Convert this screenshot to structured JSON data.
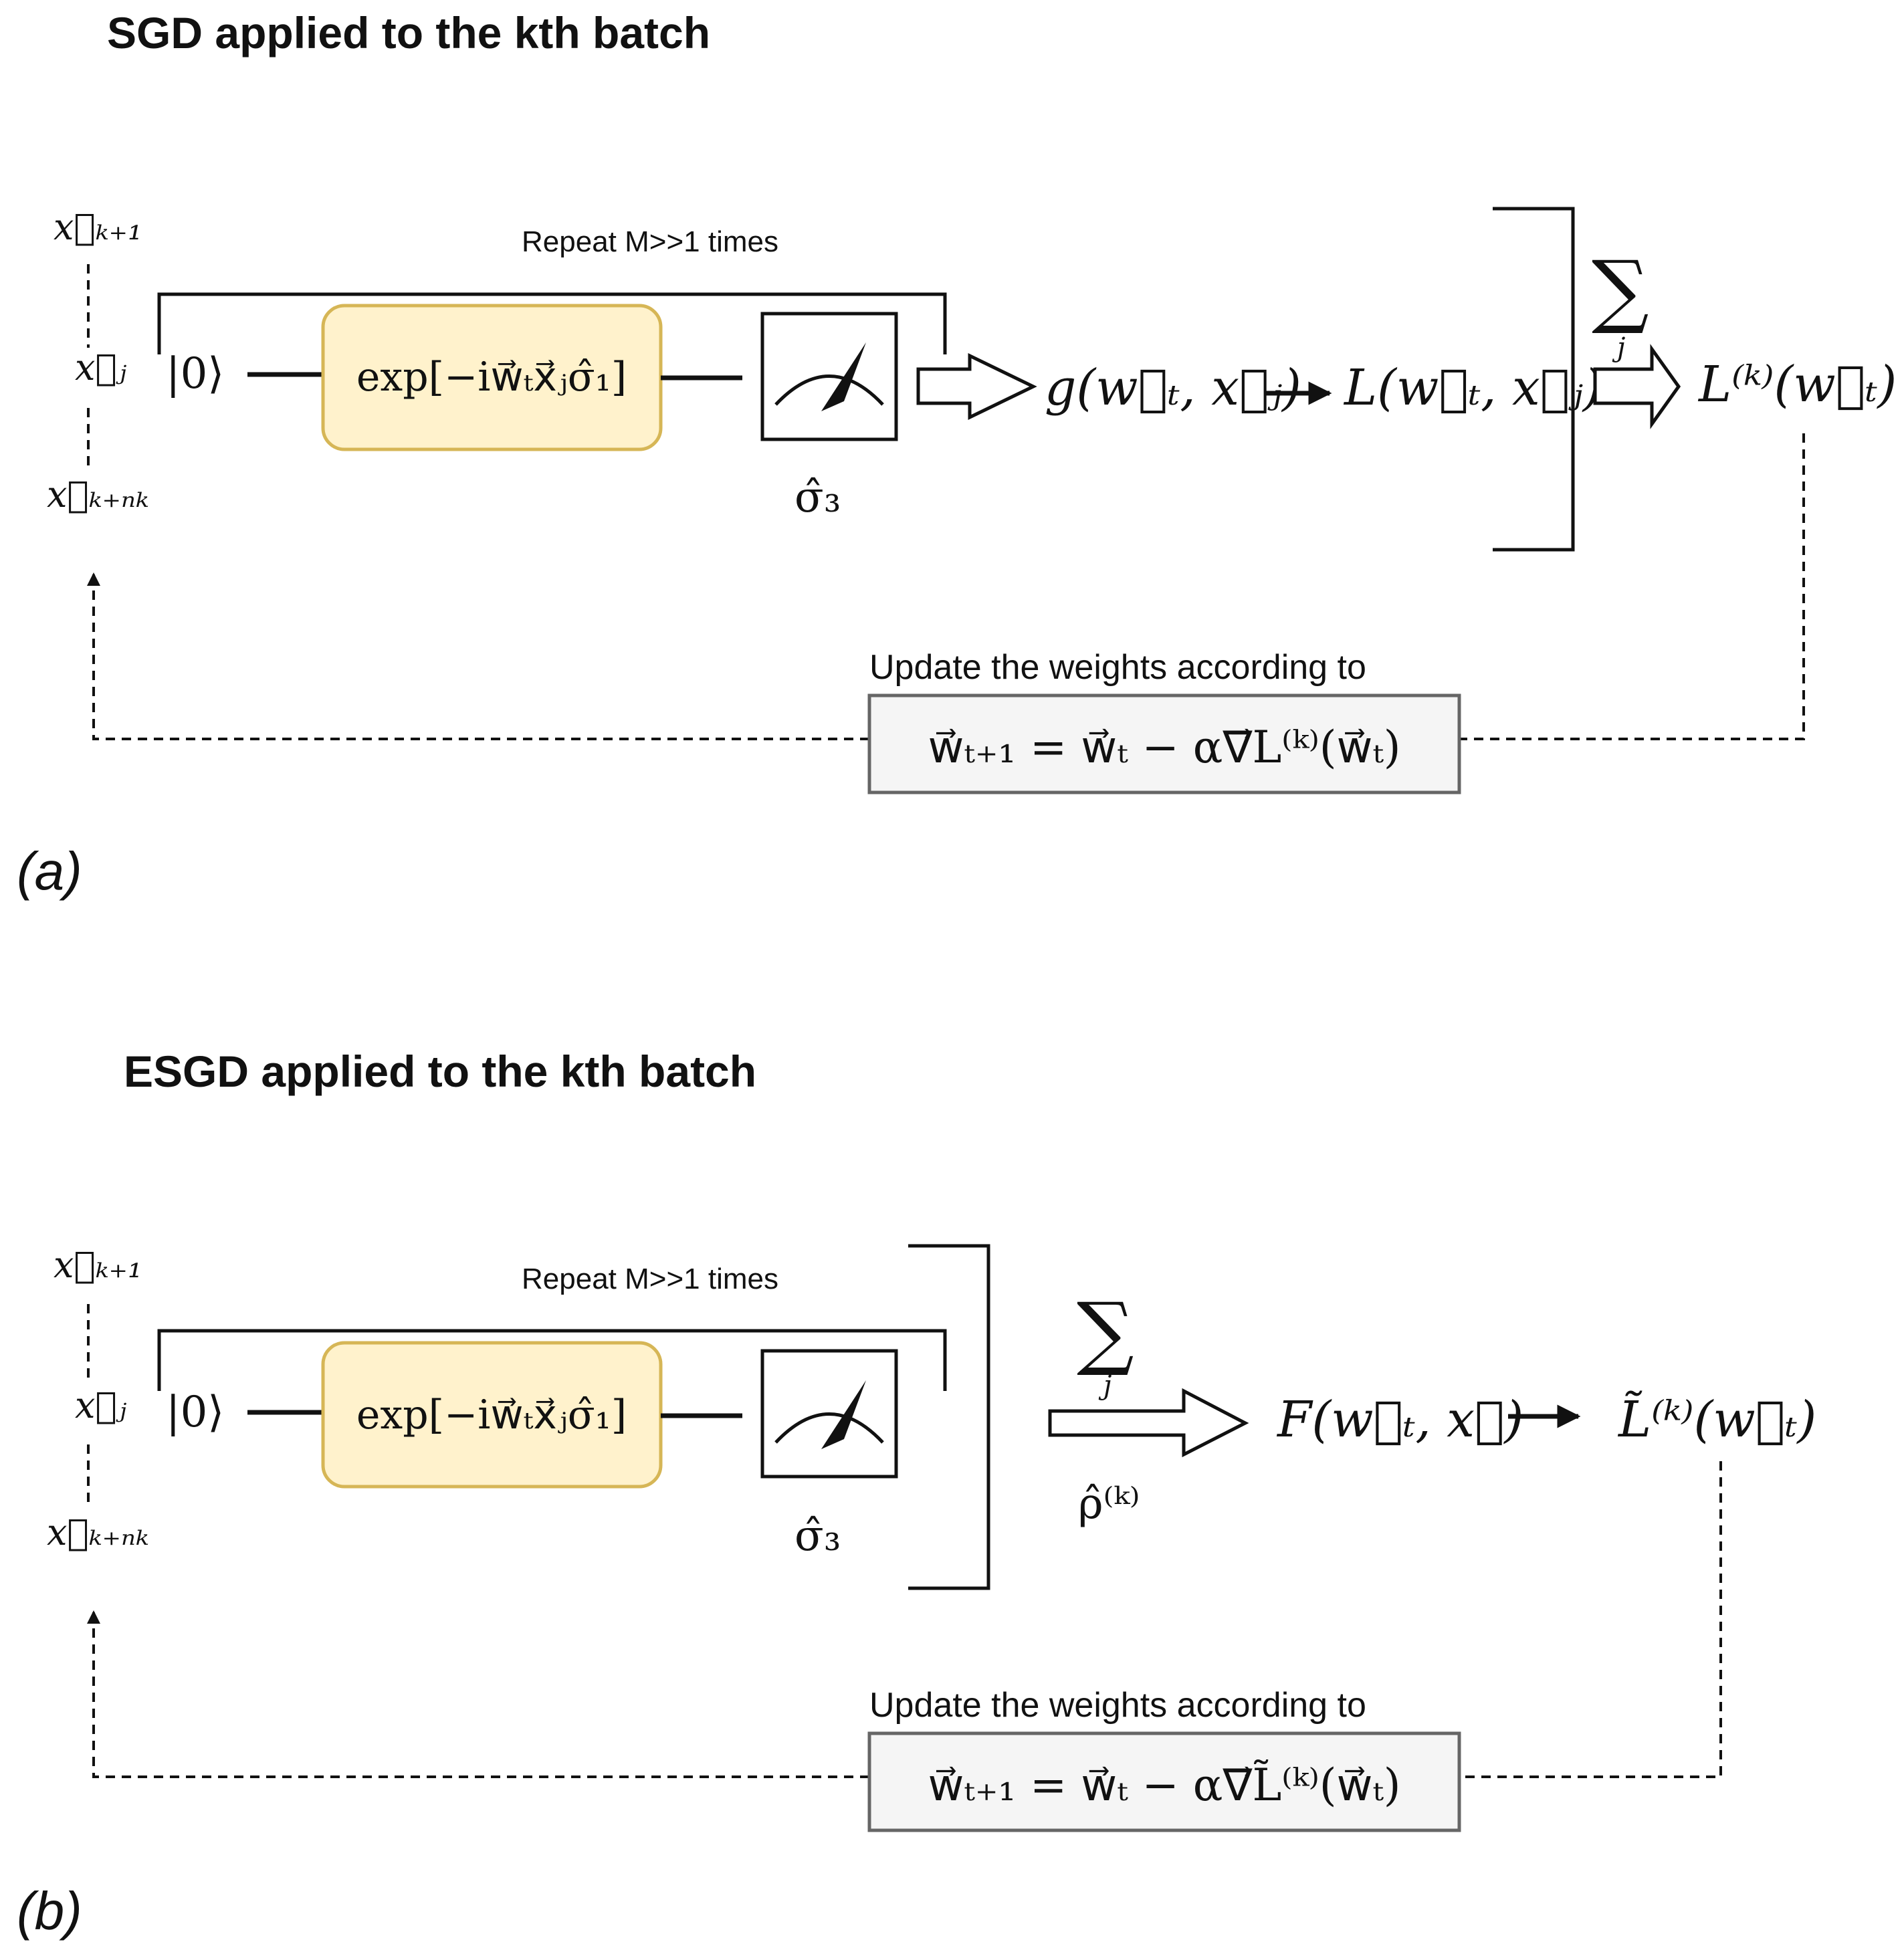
{
  "panel_a": {
    "title": "SGD applied to the kth batch",
    "repeat": "Repeat M>>1 times",
    "input_top": "x⃗ₖ₊₁",
    "input_mid": "x⃗ⱼ",
    "input_bot": "x⃗ₖ₊ₙₖ",
    "ket": "|0⟩",
    "gate": "exp[−iw⃗ₜx⃗ⱼσ̂₁]",
    "observable": "σ̂₃",
    "g_expr": "g(w⃗ₜ, x⃗ⱼ)",
    "l_expr": "L(w⃗ₜ, x⃗ⱼ)",
    "sum_symbol": "∑",
    "sum_index": "j",
    "loss": "L⁽ᵏ⁾(w⃗ₜ)",
    "update_label": "Update the weights according to",
    "update_rule": "w⃗ₜ₊₁ = w⃗ₜ − α∇⃗L⁽ᵏ⁾(w⃗ₜ)",
    "label": "(a)"
  },
  "panel_b": {
    "title": "ESGD applied to the kth batch",
    "repeat": "Repeat M>>1 times",
    "input_top": "x⃗ₖ₊₁",
    "input_mid": "x⃗ⱼ",
    "input_bot": "x⃗ₖ₊ₙₖ",
    "ket": "|0⟩",
    "gate": "exp[−iw⃗ₜx⃗ⱼσ̂₁]",
    "observable": "σ̂₃",
    "sum_symbol": "∑",
    "sum_index": "j",
    "rho": "ρ̂⁽ᵏ⁾",
    "f_expr": "F(w⃗ₜ, x⃗)",
    "loss": "L̃⁽ᵏ⁾(w⃗ₜ)",
    "update_label": "Update the weights according to",
    "update_rule": "w⃗ₜ₊₁ = w⃗ₜ − α∇⃗L̃⁽ᵏ⁾(w⃗ₜ)",
    "label": "(b)"
  }
}
